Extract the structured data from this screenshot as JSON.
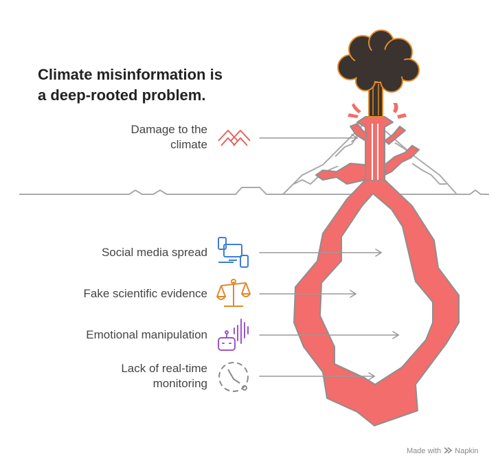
{
  "title": {
    "line1": "Climate misinformation is",
    "line2": "a deep-rooted problem."
  },
  "items": [
    {
      "line1": "Damage to the",
      "line2": "climate",
      "icon": "chevrons-icon",
      "color": "#e8605c"
    },
    {
      "line1": "Social media spread",
      "line2": "",
      "icon": "devices-icon",
      "color": "#3b7dd8"
    },
    {
      "line1": "Fake scientific evidence",
      "line2": "",
      "icon": "scales-icon",
      "color": "#e08a2b"
    },
    {
      "line1": "Emotional manipulation",
      "line2": "",
      "icon": "robot-sound-icon",
      "color": "#9b55c9"
    },
    {
      "line1": "Lack of real-time",
      "line2": "monitoring",
      "icon": "clock-icon",
      "color": "#8a8a8a"
    }
  ],
  "credit": {
    "made_with": "Made with",
    "brand": "Napkin"
  },
  "colors": {
    "root": "#f26d6b",
    "root_stroke": "#8f8f8f",
    "smoke": "#3a3330",
    "smoke_outline": "#e08a2b",
    "ground": "#a9a9a9",
    "arrow": "#999999"
  }
}
